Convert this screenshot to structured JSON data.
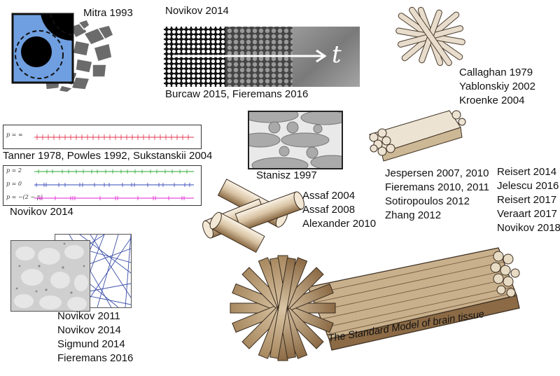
{
  "citations": {
    "mitra": "Mitra 1993",
    "novikov_top": "Novikov 2014",
    "burcaw": "Burcaw 2015,  Fieremans 2016",
    "callaghan": [
      "Callaghan 1979",
      "Yablonskiy 2002",
      "Kroenke 2004"
    ],
    "tanner": "Tanner 1978, Powles 1992, Sukstanskii 2004",
    "novikov_mid": "Novikov 2014",
    "stanisz": "Stanisz 1997",
    "jespersen": [
      "Jespersen 2007, 2010",
      "Fieremans 2010, 2011",
      "Sotiropoulos 2012",
      "Zhang 2012"
    ],
    "reisert": [
      "Reisert 2014",
      "Jelescu 2016",
      "Reisert 2017",
      "Veraart 2017",
      "Novikov 2018"
    ],
    "assaf": [
      "Assaf 2004",
      "Assaf 2008",
      "Alexander 2010"
    ],
    "novikov_list": [
      "Novikov 2011",
      "Novikov 2014",
      "Sigmund 2014",
      "Fieremans 2016"
    ]
  },
  "time_arrow_symbol": "t",
  "strip_labels": {
    "p_inf": "p = ∞",
    "p_2": "p = 2",
    "p_0": "p = 0",
    "p_neg": "p = −(2 − p)"
  },
  "tagline": "The Standard Model of brain tissue",
  "colors": {
    "cylinder_fill": "#d9c4a4",
    "cylinder_dark": "#8b6a45",
    "cell_blue": "#6f9fe0",
    "strip_red": "#e0304a",
    "strip_green": "#2aa832",
    "strip_blue": "#3348b8",
    "strip_magenta": "#e020d0",
    "fiber_blue": "#3b4fa8"
  }
}
